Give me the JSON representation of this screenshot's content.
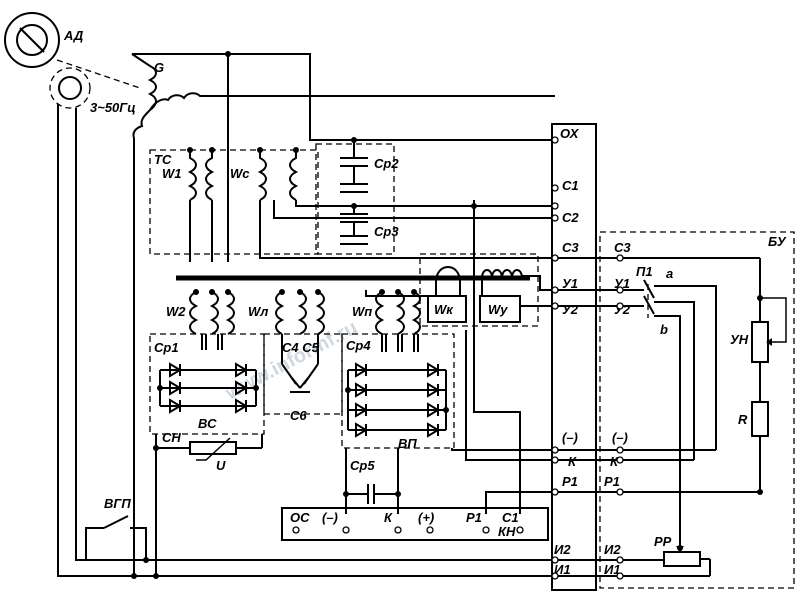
{
  "labels": {
    "ad": "АД",
    "g": "G",
    "freq": "3~50Гц",
    "tc": "ТС",
    "w1": "W1",
    "wc": "Wс",
    "cp2": "Ср2",
    "cp3": "Ср3",
    "w2": "W2",
    "wl": "Wл",
    "wp": "Wп",
    "wk": "Wк",
    "wy": "Wу",
    "cp1": "Ср1",
    "c4c5": "С4 С5",
    "cp4": "Ср4",
    "c6": "С6",
    "bc": "ВС",
    "ch": "СН",
    "u": "U",
    "vp": "ВП",
    "cp5": "Ср5",
    "vgp": "ВГП",
    "ox": "ОХ",
    "c1": "С1",
    "c2": "С2",
    "c3": "С3",
    "y1": "У1",
    "y2": "У2",
    "minus": "(–)",
    "plus": "(+)",
    "k": "К",
    "p1": "Р1",
    "i2": "И2",
    "i1": "И1",
    "os": "ОС",
    "kn": "КН",
    "bu": "БУ",
    "c3b": "С3",
    "y1b": "У1",
    "y2b": "У2",
    "minusb": "(–)",
    "kb": "К",
    "p1b": "Р1",
    "i2b": "И2",
    "i1b": "И1",
    "p1sw": "П1",
    "a": "a",
    "b": "b",
    "yh": "УН",
    "r": "R",
    "pp": "РР"
  },
  "watermark": "www.informf.ru"
}
